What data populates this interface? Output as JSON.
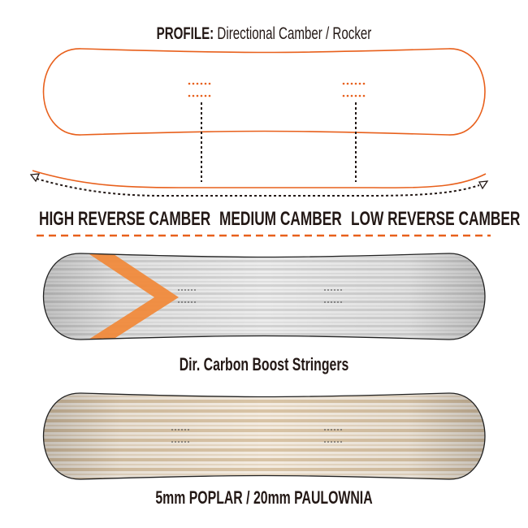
{
  "profile": {
    "label": "PROFILE:",
    "name": "Directional Camber / Rocker"
  },
  "zones": [
    "HIGH REVERSE CAMBER",
    "MEDIUM CAMBER",
    "LOW REVERSE CAMBER"
  ],
  "boards": [
    {
      "caption": "Dir. Carbon Boost Stringers"
    },
    {
      "caption": "5mm POPLAR / 20mm PAULOWNIA"
    }
  ],
  "colors": {
    "accent": "#e8601c",
    "text": "#231815",
    "carbon": "#f08a3c"
  }
}
